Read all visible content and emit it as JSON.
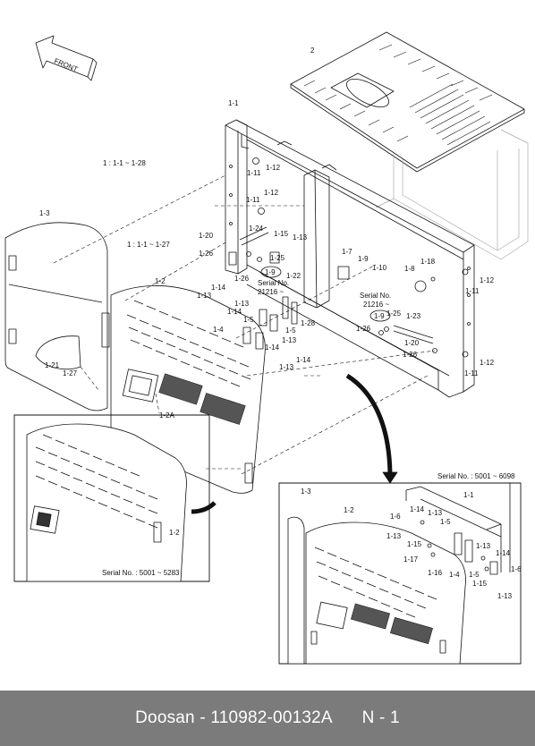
{
  "front_label": "FRONT",
  "serial_notes": {
    "serial_top": "1 : 1-1 ~ 1-28",
    "serial_mid": "1 : 1-1 ~ 1-27",
    "serial_left_title": "Serial No.",
    "serial_left_num": "21216 ~",
    "serial_right_title": "Serial No.",
    "serial_right_num": "21216 ~",
    "inset_left": "Serial No. : 5001 ~ 5283",
    "inset_right": "Serial No. : 5001 ~ 6098"
  },
  "callouts": [
    "1-9",
    "1-9"
  ],
  "parts": [
    "2",
    "1-1",
    "1-12",
    "1-11",
    "1-12",
    "1-11",
    "1-24",
    "1-20",
    "1-26",
    "1-25",
    "1-26",
    "1-15",
    "1-13",
    "1-22",
    "1-7",
    "1-9",
    "1-10",
    "1-8",
    "1-18",
    "1-12",
    "1-11",
    "1-3",
    "1-2",
    "1-14",
    "1-13",
    "1-5",
    "1-14",
    "1-13",
    "1-28",
    "1-4",
    "1-5",
    "1-13",
    "1-14",
    "1-13",
    "1-14",
    "1-25",
    "1-23",
    "1-26",
    "1-20",
    "1-26",
    "1-12",
    "1-11",
    "1-21",
    "1-27",
    "1-2A",
    "1-2",
    "1-3",
    "1-1",
    "1-2",
    "1-14",
    "1-13",
    "1-6",
    "1-5",
    "1-13",
    "1-15",
    "1-17",
    "1-16",
    "1-4",
    "1-13",
    "1-14",
    "1-5",
    "1-6",
    "1-15",
    "1-13"
  ],
  "footer": {
    "brand": "Doosan",
    "part_number": "110982-00132A",
    "page": "N - 1"
  }
}
